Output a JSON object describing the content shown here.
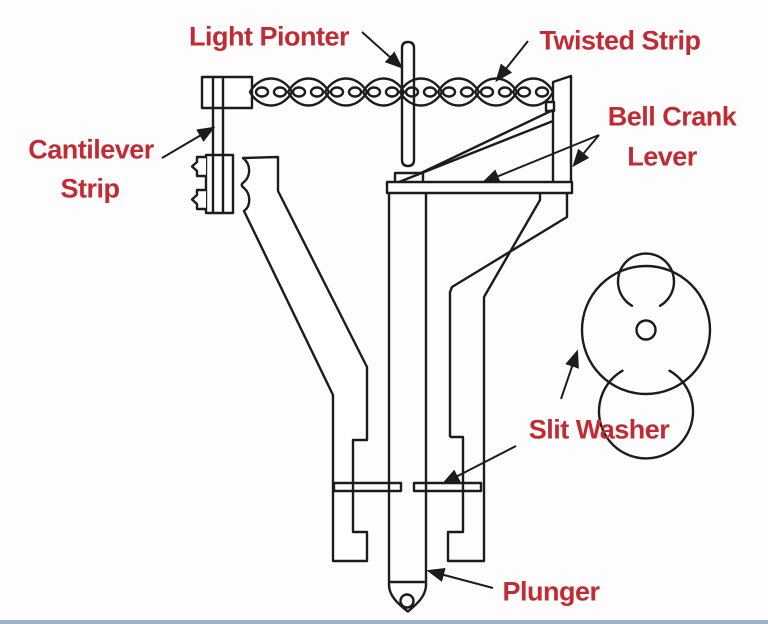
{
  "diagram": {
    "labels": {
      "light_pointer": "Light Pionter",
      "twisted_strip": "Twisted Strip",
      "bell_crank_line1": "Bell Crank",
      "bell_crank_line2": "Lever",
      "cantilever_line1": "Cantilever",
      "cantilever_line2": "Strip",
      "slit_washer": "Slit Washer",
      "plunger": "Plunger"
    },
    "colors": {
      "line": "#1c1c1c",
      "label": "#c22b33",
      "background": "#fdfdfd",
      "bottom_strip": "#9db3c9"
    }
  }
}
